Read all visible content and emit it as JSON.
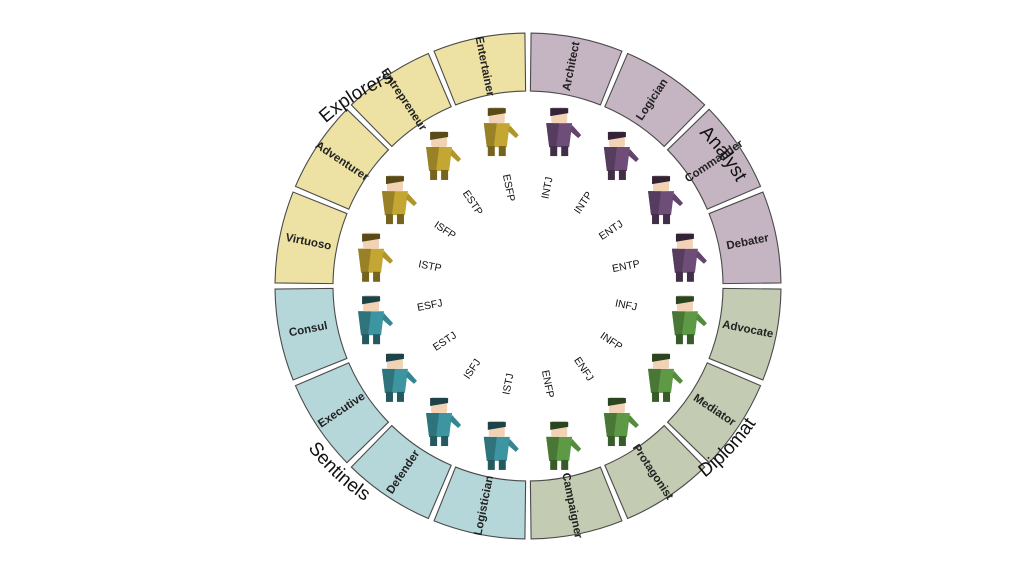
{
  "groups": [
    {
      "name": "Analyst",
      "color": "#c5b5c2",
      "figure": "#6e4d78"
    },
    {
      "name": "Diplomat",
      "color": "#c3ccb3",
      "figure": "#5e9a45"
    },
    {
      "name": "Sentinels",
      "color": "#b6d7d9",
      "figure": "#3c95a0"
    },
    {
      "name": "Explorers",
      "color": "#ede2a4",
      "figure": "#c4a632"
    }
  ],
  "types": [
    {
      "code": "INTJ",
      "name": "Architect",
      "group": 0
    },
    {
      "code": "INTP",
      "name": "Logician",
      "group": 0
    },
    {
      "code": "ENTJ",
      "name": "Commander",
      "group": 0
    },
    {
      "code": "ENTP",
      "name": "Debater",
      "group": 0
    },
    {
      "code": "INFJ",
      "name": "Advocate",
      "group": 1
    },
    {
      "code": "INFP",
      "name": "Mediator",
      "group": 1
    },
    {
      "code": "ENFJ",
      "name": "Protagonist",
      "group": 1
    },
    {
      "code": "ENFP",
      "name": "Campaigner",
      "group": 1
    },
    {
      "code": "ISTJ",
      "name": "Logistician",
      "group": 2
    },
    {
      "code": "ISFJ",
      "name": "Defender",
      "group": 2
    },
    {
      "code": "ESTJ",
      "name": "Executive",
      "group": 2
    },
    {
      "code": "ESFJ",
      "name": "Consul",
      "group": 2
    },
    {
      "code": "ISTP",
      "name": "Virtuoso",
      "group": 3
    },
    {
      "code": "ISFP",
      "name": "Adventurer",
      "group": 3
    },
    {
      "code": "ESTP",
      "name": "Entrepreneur",
      "group": 3
    },
    {
      "code": "ESFP",
      "name": "Entertainer",
      "group": 3
    }
  ]
}
